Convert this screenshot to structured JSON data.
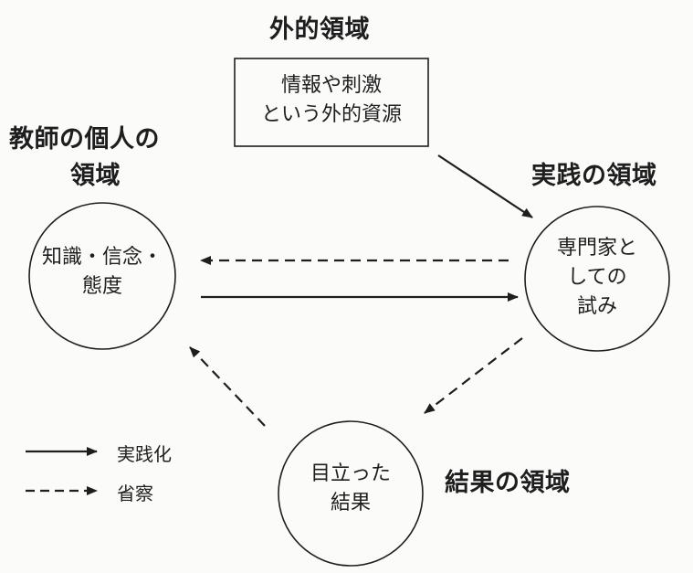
{
  "domains": {
    "external": "外的領域",
    "personal_line1": "教師の個人の",
    "personal_line2": "領域",
    "practice": "実践の領域",
    "outcome": "結果の領域"
  },
  "nodes": {
    "external_resource": {
      "line1": "情報や刺激",
      "line2": "という外的資源"
    },
    "knowledge": {
      "line1": "知識・信念・",
      "line2": "態度"
    },
    "experimentation": {
      "line1": "専門家と",
      "line2": "しての",
      "line3": "試み"
    },
    "outcomes": {
      "line1": "目立った",
      "line2": "結果"
    }
  },
  "legend": {
    "solid": "実践化",
    "dashed": "省察"
  },
  "colors": {
    "ink": "#1e1e1e",
    "background": "#fbfbf9"
  }
}
